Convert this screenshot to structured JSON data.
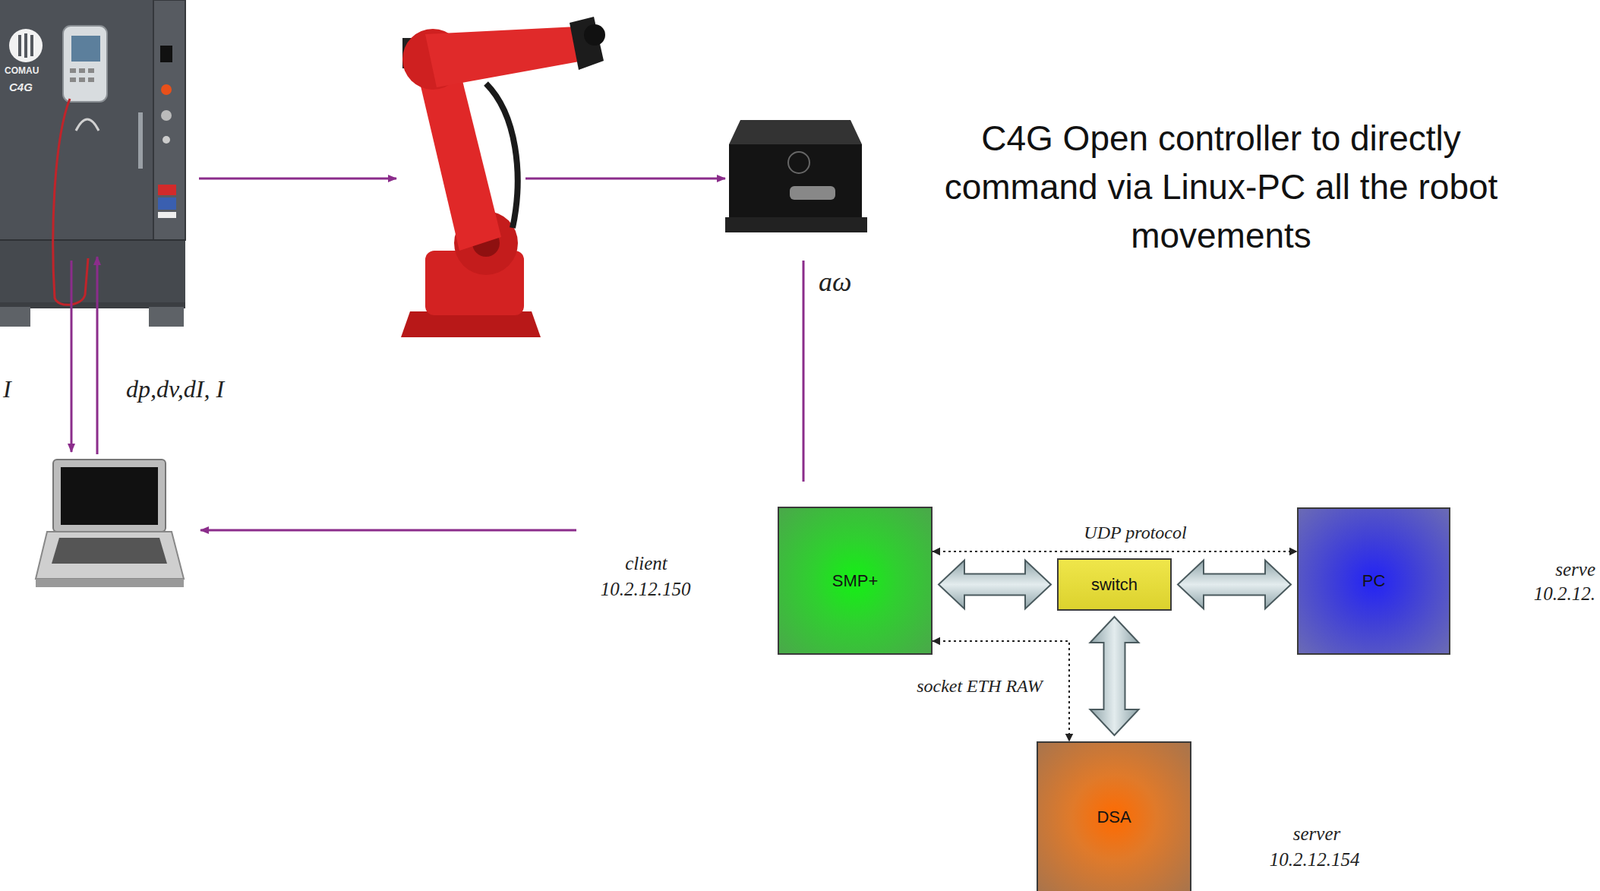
{
  "diagram": {
    "title": "C4G Open controller to directly command  via Linux-PC all the robot movements",
    "nodes": [
      {
        "text": [
          "SMP+"
        ]
      },
      {
        "text": [
          "switch"
        ]
      },
      {
        "text": [
          "PC"
        ]
      },
      {
        "text": [
          "DSA"
        ]
      }
    ],
    "edges": [
      {
        "from": 0,
        "to": 1,
        "arrow": "both"
      },
      {
        "from": 1,
        "to": 2,
        "arrow": "both"
      },
      {
        "from": 1,
        "to": 3,
        "arrow": "both"
      },
      {
        "from": 0,
        "to": 2,
        "arrow": "both",
        "label": "UDP protocol"
      },
      {
        "from": 0,
        "to": 3,
        "arrow": "both",
        "label": "socket ETH RAW"
      }
    ],
    "labels": [
      "COMAU",
      "C4G",
      "aω",
      "I",
      "dp,dv,dI, I",
      "client",
      "10.2.12.150",
      "serve",
      "10.2.12.",
      "server",
      "10.2.12.154"
    ]
  }
}
